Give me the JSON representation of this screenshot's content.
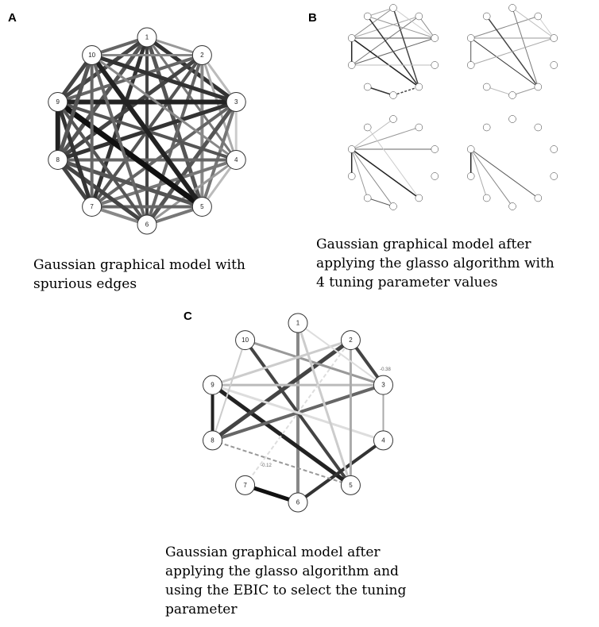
{
  "panels": {
    "a": {
      "letter": "A",
      "caption": [
        "Gaussian graphical model with",
        " spurious edges"
      ]
    },
    "b": {
      "letter": "B",
      "caption": [
        "Gaussian graphical model after",
        "applying the glasso algorithm with",
        "4 tuning parameter values"
      ]
    },
    "c": {
      "letter": "C",
      "caption": [
        "Gaussian graphical model after",
        "applying the glasso algorithm and",
        "using the EBIC to select the tuning",
        "parameter"
      ],
      "edge_labels": [
        "-0.38",
        "-0.12"
      ]
    }
  },
  "node_labels": [
    "1",
    "2",
    "3",
    "4",
    "5",
    "6",
    "7",
    "8",
    "9",
    "10"
  ],
  "colors": {
    "edge_dark": "#1a1a1a",
    "edge_mid": "#666666",
    "edge_light": "#bbbbbb",
    "node_stroke": "#333333"
  },
  "graphs": {
    "a": {
      "edges": [
        [
          1,
          2,
          3,
          "#999"
        ],
        [
          1,
          3,
          5,
          "#333"
        ],
        [
          1,
          4,
          3,
          "#777"
        ],
        [
          1,
          5,
          5,
          "#555"
        ],
        [
          1,
          6,
          4,
          "#444"
        ],
        [
          1,
          7,
          5,
          "#333"
        ],
        [
          1,
          8,
          5,
          "#555"
        ],
        [
          1,
          9,
          5,
          "#444"
        ],
        [
          1,
          10,
          4,
          "#666"
        ],
        [
          2,
          3,
          3,
          "#bbb"
        ],
        [
          2,
          4,
          3,
          "#aaa"
        ],
        [
          2,
          5,
          4,
          "#888"
        ],
        [
          2,
          6,
          4,
          "#666"
        ],
        [
          2,
          7,
          4,
          "#555"
        ],
        [
          2,
          8,
          5,
          "#444"
        ],
        [
          2,
          9,
          4,
          "#666"
        ],
        [
          2,
          10,
          3,
          "#888"
        ],
        [
          3,
          4,
          3,
          "#ccc"
        ],
        [
          3,
          5,
          4,
          "#777"
        ],
        [
          3,
          6,
          5,
          "#555"
        ],
        [
          3,
          7,
          4,
          "#666"
        ],
        [
          3,
          8,
          5,
          "#333"
        ],
        [
          3,
          9,
          6,
          "#222"
        ],
        [
          3,
          10,
          5,
          "#333"
        ],
        [
          4,
          5,
          3,
          "#bbb"
        ],
        [
          4,
          6,
          3,
          "#999"
        ],
        [
          4,
          7,
          4,
          "#777"
        ],
        [
          4,
          8,
          4,
          "#666"
        ],
        [
          4,
          9,
          4,
          "#555"
        ],
        [
          4,
          10,
          3,
          "#888"
        ],
        [
          5,
          6,
          4,
          "#777"
        ],
        [
          5,
          7,
          4,
          "#666"
        ],
        [
          5,
          8,
          5,
          "#555"
        ],
        [
          5,
          9,
          7,
          "#111"
        ],
        [
          5,
          10,
          6,
          "#222"
        ],
        [
          6,
          7,
          4,
          "#888"
        ],
        [
          6,
          8,
          5,
          "#444"
        ],
        [
          6,
          9,
          4,
          "#555"
        ],
        [
          6,
          10,
          4,
          "#666"
        ],
        [
          7,
          8,
          5,
          "#444"
        ],
        [
          7,
          9,
          5,
          "#333"
        ],
        [
          7,
          10,
          4,
          "#666"
        ],
        [
          8,
          9,
          6,
          "#222"
        ],
        [
          8,
          10,
          5,
          "#555"
        ],
        [
          9,
          10,
          5,
          "#444"
        ]
      ]
    },
    "b1": {
      "edges": [
        [
          1,
          5,
          3,
          "#444"
        ],
        [
          1,
          9,
          2,
          "#888"
        ],
        [
          2,
          9,
          2,
          "#aaa"
        ],
        [
          2,
          8,
          2,
          "#777"
        ],
        [
          3,
          10,
          2,
          "#999"
        ],
        [
          3,
          9,
          2,
          "#555"
        ],
        [
          9,
          5,
          3,
          "#222"
        ],
        [
          10,
          5,
          3,
          "#333"
        ],
        [
          8,
          9,
          3,
          "#222"
        ],
        [
          8,
          3,
          2,
          "#666"
        ],
        [
          7,
          6,
          3,
          "#333"
        ],
        [
          6,
          5,
          3,
          "#444"
        ],
        [
          4,
          8,
          2,
          "#bbb"
        ],
        [
          2,
          3,
          2,
          "#888"
        ],
        [
          1,
          3,
          2,
          "#ccc"
        ],
        [
          10,
          1,
          2,
          "#aaa"
        ]
      ]
    },
    "b2": {
      "edges": [
        [
          1,
          5,
          2,
          "#777"
        ],
        [
          2,
          9,
          2,
          "#888"
        ],
        [
          3,
          9,
          2,
          "#999"
        ],
        [
          9,
          5,
          2,
          "#333"
        ],
        [
          10,
          5,
          3,
          "#444"
        ],
        [
          8,
          9,
          2,
          "#555"
        ],
        [
          2,
          3,
          2,
          "#ccc"
        ],
        [
          1,
          3,
          2,
          "#bbb"
        ],
        [
          8,
          3,
          2,
          "#aaa"
        ],
        [
          6,
          5,
          2,
          "#999"
        ],
        [
          7,
          6,
          2,
          "#bbb"
        ]
      ]
    },
    "b3": {
      "edges": [
        [
          9,
          1,
          2,
          "#bbb"
        ],
        [
          9,
          2,
          2,
          "#999"
        ],
        [
          9,
          3,
          2,
          "#666"
        ],
        [
          9,
          5,
          3,
          "#222"
        ],
        [
          9,
          6,
          2,
          "#888"
        ],
        [
          9,
          7,
          2,
          "#999"
        ],
        [
          8,
          9,
          3,
          "#222"
        ],
        [
          7,
          6,
          2,
          "#555"
        ],
        [
          10,
          5,
          2,
          "#ccc"
        ]
      ]
    },
    "b4": {
      "edges": [
        [
          9,
          5,
          2,
          "#555"
        ],
        [
          9,
          6,
          2,
          "#888"
        ],
        [
          9,
          7,
          2,
          "#aaa"
        ],
        [
          8,
          9,
          3,
          "#222"
        ]
      ]
    },
    "c": {
      "edges": [
        [
          1,
          6,
          4,
          "#888"
        ],
        [
          10,
          5,
          4,
          "#444"
        ],
        [
          9,
          5,
          5,
          "#222"
        ],
        [
          8,
          2,
          5,
          "#444"
        ],
        [
          8,
          3,
          4,
          "#666"
        ],
        [
          9,
          3,
          3,
          "#bbb"
        ],
        [
          9,
          4,
          3,
          "#ddd"
        ],
        [
          10,
          3,
          3,
          "#999"
        ],
        [
          9,
          8,
          4,
          "#222"
        ],
        [
          7,
          6,
          5,
          "#111"
        ],
        [
          6,
          4,
          4,
          "#333"
        ],
        [
          2,
          3,
          4,
          "#444"
        ],
        [
          2,
          5,
          3,
          "#aaa"
        ],
        [
          1,
          5,
          3,
          "#ccc"
        ],
        [
          3,
          4,
          2,
          "#aaa"
        ],
        [
          8,
          5,
          2,
          "#999"
        ],
        [
          2,
          9,
          3,
          "#ccc"
        ],
        [
          1,
          3,
          2,
          "#ddd"
        ],
        [
          10,
          8,
          2,
          "#ccc"
        ],
        [
          7,
          2,
          2,
          "#ddd"
        ]
      ]
    }
  }
}
